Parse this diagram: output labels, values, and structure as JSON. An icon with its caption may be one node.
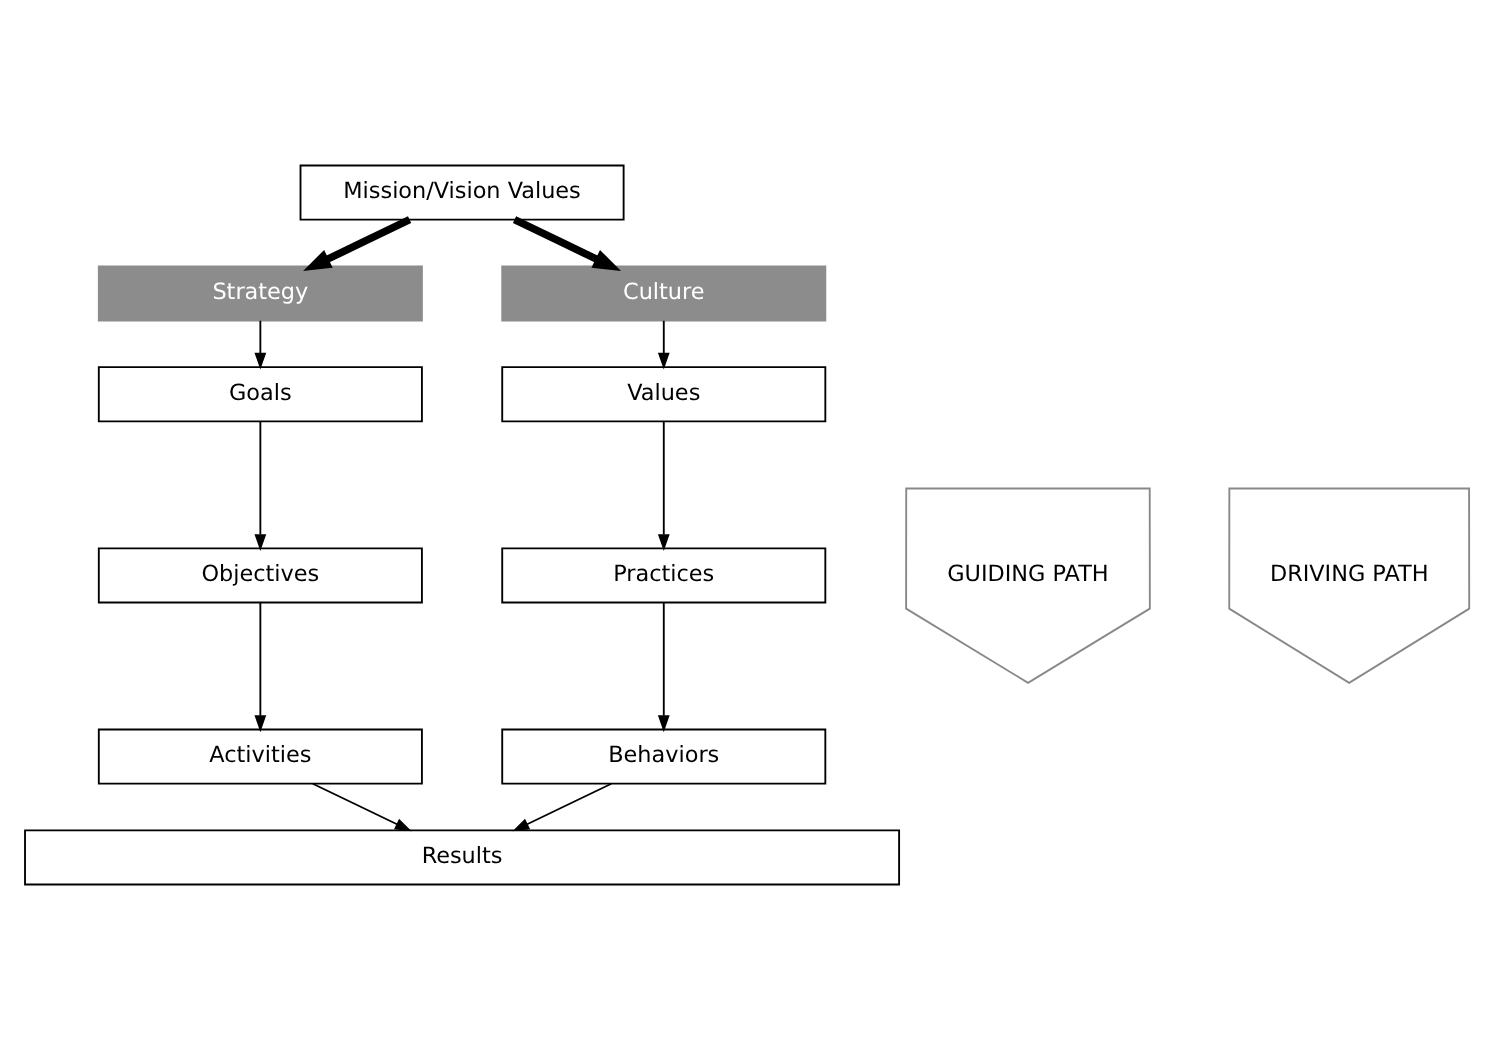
{
  "diagram": {
    "nodes": [
      {
        "text": [
          "Mission/Vision Values"
        ]
      },
      {
        "text": [
          "Strategy"
        ]
      },
      {
        "text": [
          "Goals"
        ]
      },
      {
        "text": [
          "Objectives"
        ]
      },
      {
        "text": [
          "Activities"
        ]
      },
      {
        "text": [
          "Culture"
        ]
      },
      {
        "text": [
          "Values"
        ]
      },
      {
        "text": [
          "Practices"
        ]
      },
      {
        "text": [
          "Behaviors"
        ]
      },
      {
        "text": [
          "Results"
        ]
      },
      {
        "text": [
          "GUIDING PATH"
        ]
      },
      {
        "text": [
          "DRIVING PATH"
        ]
      }
    ],
    "edges": [
      {
        "from": 0,
        "to": 1,
        "arrow": "to",
        "style": "thick"
      },
      {
        "from": 0,
        "to": 5,
        "arrow": "to",
        "style": "thick"
      },
      {
        "from": 1,
        "to": 2,
        "arrow": "to"
      },
      {
        "from": 2,
        "to": 3,
        "arrow": "to"
      },
      {
        "from": 3,
        "to": 4,
        "arrow": "to"
      },
      {
        "from": 4,
        "to": 9,
        "arrow": "to"
      },
      {
        "from": 5,
        "to": 6,
        "arrow": "to"
      },
      {
        "from": 6,
        "to": 7,
        "arrow": "to"
      },
      {
        "from": 7,
        "to": 8,
        "arrow": "to"
      },
      {
        "from": 8,
        "to": 9,
        "arrow": "to"
      }
    ]
  }
}
